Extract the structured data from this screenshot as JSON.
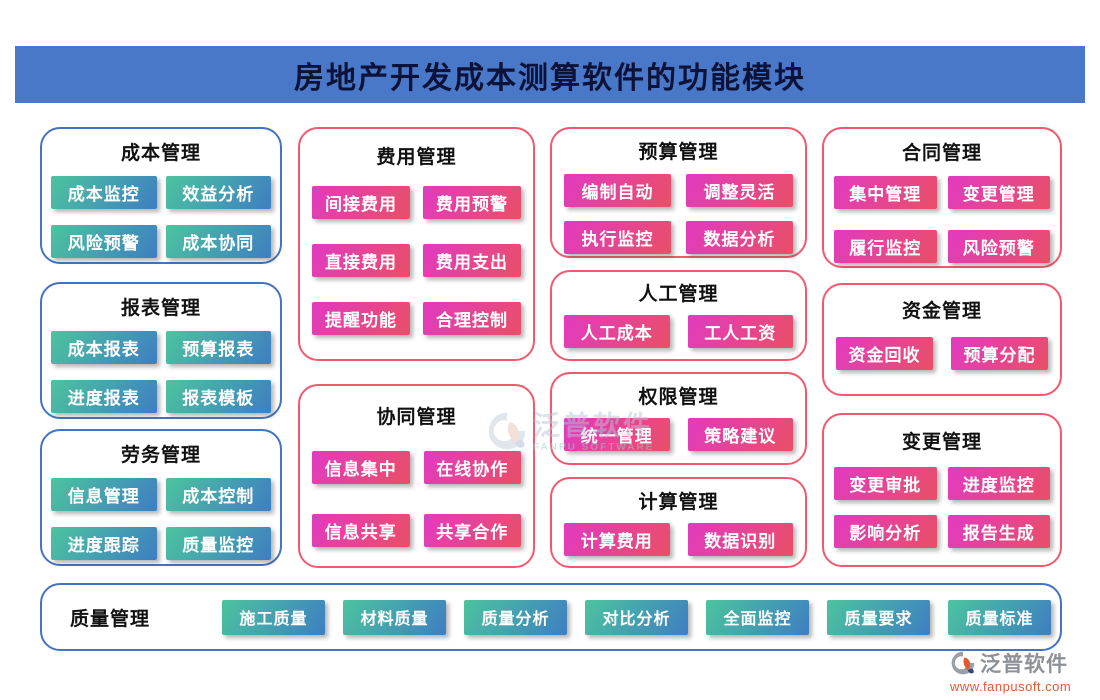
{
  "header": {
    "title": "房地产开发成本测算软件的功能模块"
  },
  "colors": {
    "header_bg": "#4A78C8",
    "header_text": "#0C1238",
    "blue_border": "#4472C4",
    "pink_border": "#F2596E",
    "teal_chip_gradient": [
      "#4CC49E",
      "#3E7EC2"
    ],
    "magenta_chip_gradient": [
      "#E13AC2",
      "#EA4F65"
    ],
    "footer_url": "#E4582E"
  },
  "cards": {
    "cost": {
      "title": "成本管理",
      "buttons": [
        "成本监控",
        "效益分析",
        "风险预警",
        "成本协同"
      ]
    },
    "report": {
      "title": "报表管理",
      "buttons": [
        "成本报表",
        "预算报表",
        "进度报表",
        "报表模板"
      ]
    },
    "labor_service": {
      "title": "劳务管理",
      "buttons": [
        "信息管理",
        "成本控制",
        "进度跟踪",
        "质量监控"
      ]
    },
    "expense": {
      "title": "费用管理",
      "buttons": [
        "间接费用",
        "费用预警",
        "直接费用",
        "费用支出",
        "提醒功能",
        "合理控制"
      ]
    },
    "collaboration": {
      "title": "协同管理",
      "buttons": [
        "信息集中",
        "在线协作",
        "信息共享",
        "共享合作"
      ]
    },
    "budget": {
      "title": "预算管理",
      "buttons": [
        "编制自动",
        "调整灵活",
        "执行监控",
        "数据分析"
      ]
    },
    "manpower": {
      "title": "人工管理",
      "buttons": [
        "人工成本",
        "工人工资"
      ]
    },
    "permission": {
      "title": "权限管理",
      "buttons": [
        "统一管理",
        "策略建议"
      ]
    },
    "calculation": {
      "title": "计算管理",
      "buttons": [
        "计算费用",
        "数据识别"
      ]
    },
    "contract": {
      "title": "合同管理",
      "buttons": [
        "集中管理",
        "变更管理",
        "履行监控",
        "风险预警"
      ]
    },
    "fund": {
      "title": "资金管理",
      "buttons": [
        "资金回收",
        "预算分配"
      ]
    },
    "change": {
      "title": "变更管理",
      "buttons": [
        "变更审批",
        "进度监控",
        "影响分析",
        "报告生成"
      ]
    },
    "quality": {
      "title": "质量管理",
      "buttons": [
        "施工质量",
        "材料质量",
        "质量分析",
        "对比分析",
        "全面监控",
        "质量要求",
        "质量标准"
      ]
    }
  },
  "watermark": {
    "brand": "泛普软件",
    "subtitle": "FANPU SOFTWARE"
  },
  "footer": {
    "brand": "泛普软件",
    "url": "www.fanpusoft.com"
  }
}
